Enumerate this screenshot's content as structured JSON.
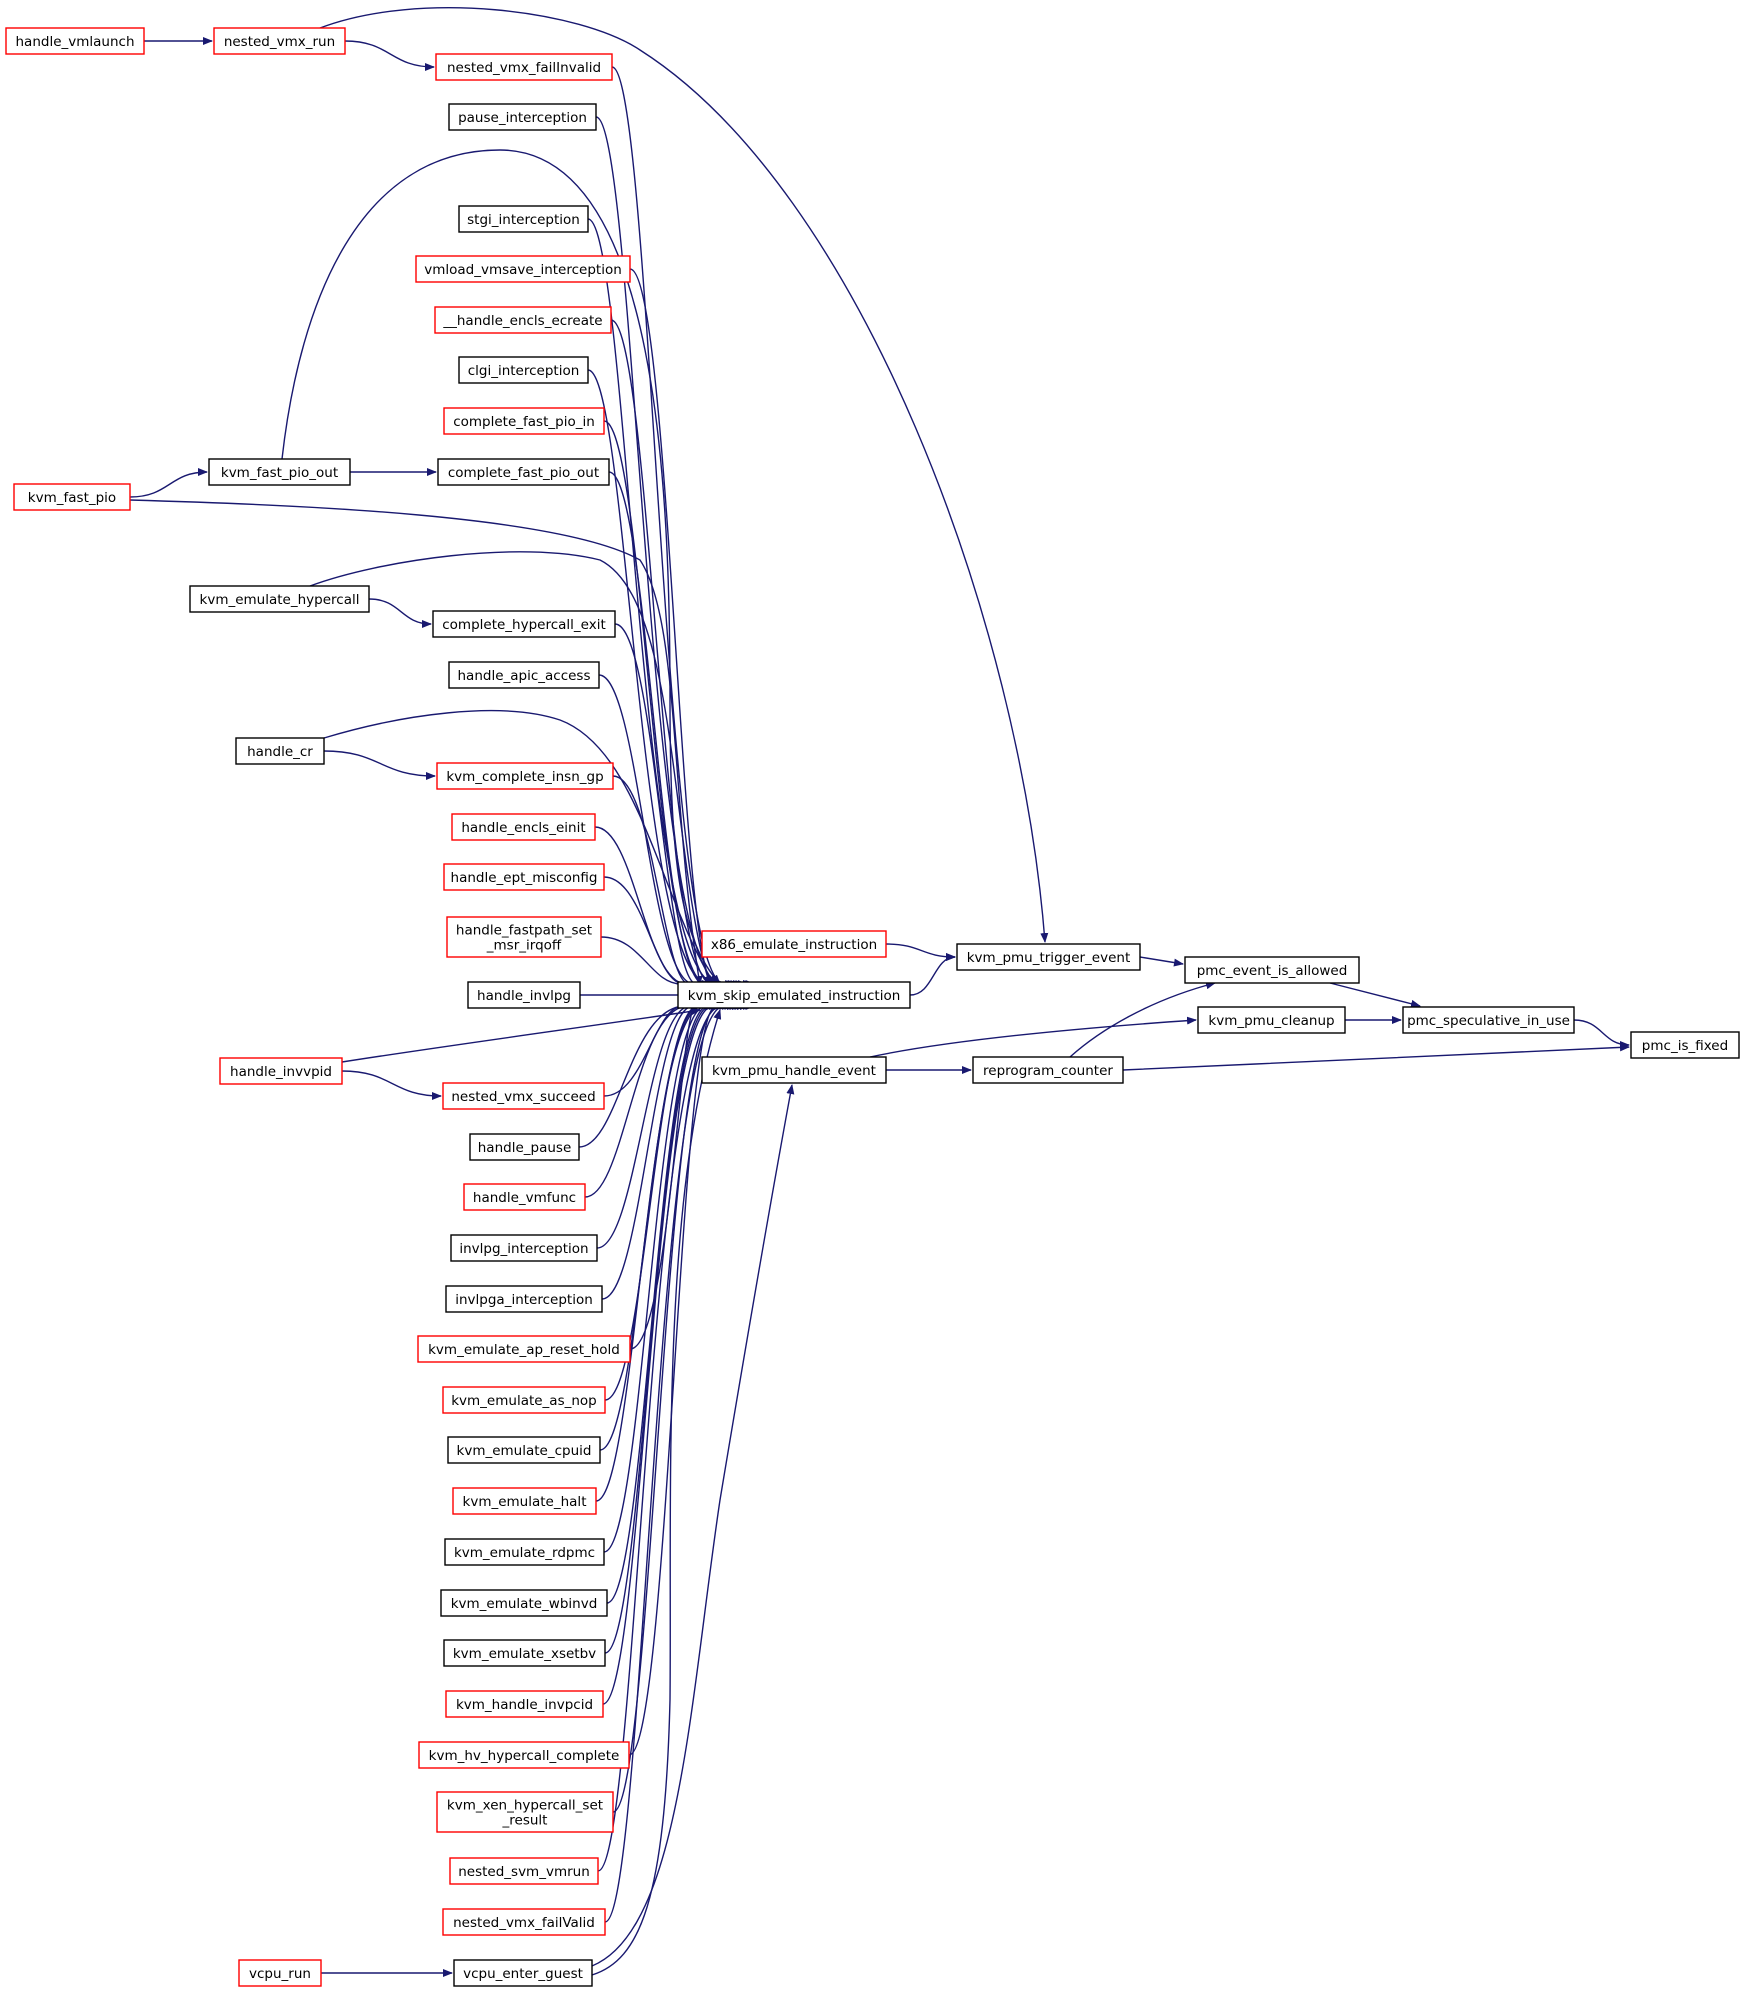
{
  "colors": {
    "edge": "#191970",
    "border_documented": "#000000",
    "border_truncated": "#ff0000",
    "focus_fill": "#bfbfbf"
  },
  "graph": {
    "nodes": [
      {
        "id": "pmc_is_fixed",
        "lines": [
          "pmc_is_fixed"
        ],
        "border": "black",
        "focus": true
      },
      {
        "id": "pmc_speculative_in_use",
        "lines": [
          "pmc_speculative_in_use"
        ],
        "border": "black"
      },
      {
        "id": "pmc_event_is_allowed",
        "lines": [
          "pmc_event_is_allowed"
        ],
        "border": "black"
      },
      {
        "id": "kvm_pmu_cleanup",
        "lines": [
          "kvm_pmu_cleanup"
        ],
        "border": "black"
      },
      {
        "id": "kvm_pmu_trigger_event",
        "lines": [
          "kvm_pmu_trigger_event"
        ],
        "border": "black"
      },
      {
        "id": "reprogram_counter",
        "lines": [
          "reprogram_counter"
        ],
        "border": "black"
      },
      {
        "id": "kvm_pmu_handle_event",
        "lines": [
          "kvm_pmu_handle_event"
        ],
        "border": "black"
      },
      {
        "id": "x86_emulate_instruction",
        "lines": [
          "x86_emulate_instruction"
        ],
        "border": "red"
      },
      {
        "id": "kvm_skip_emulated_instruction",
        "lines": [
          "kvm_skip_emulated_instruction"
        ],
        "border": "black"
      },
      {
        "id": "vcpu_enter_guest",
        "lines": [
          "vcpu_enter_guest"
        ],
        "border": "black"
      },
      {
        "id": "vcpu_run",
        "lines": [
          "vcpu_run"
        ],
        "border": "red"
      },
      {
        "id": "handle_vmlaunch",
        "lines": [
          "handle_vmlaunch"
        ],
        "border": "red"
      },
      {
        "id": "nested_vmx_run",
        "lines": [
          "nested_vmx_run"
        ],
        "border": "red"
      },
      {
        "id": "nested_vmx_failInvalid",
        "lines": [
          "nested_vmx_failInvalid"
        ],
        "border": "red"
      },
      {
        "id": "pause_interception",
        "lines": [
          "pause_interception"
        ],
        "border": "black"
      },
      {
        "id": "stgi_interception",
        "lines": [
          "stgi_interception"
        ],
        "border": "black"
      },
      {
        "id": "vmload_vmsave_interception",
        "lines": [
          "vmload_vmsave_interception"
        ],
        "border": "red"
      },
      {
        "id": "__handle_encls_ecreate",
        "lines": [
          "__handle_encls_ecreate"
        ],
        "border": "red"
      },
      {
        "id": "clgi_interception",
        "lines": [
          "clgi_interception"
        ],
        "border": "black"
      },
      {
        "id": "complete_fast_pio_in",
        "lines": [
          "complete_fast_pio_in"
        ],
        "border": "red"
      },
      {
        "id": "kvm_fast_pio_out",
        "lines": [
          "kvm_fast_pio_out"
        ],
        "border": "black"
      },
      {
        "id": "complete_fast_pio_out",
        "lines": [
          "complete_fast_pio_out"
        ],
        "border": "black"
      },
      {
        "id": "kvm_fast_pio",
        "lines": [
          "kvm_fast_pio"
        ],
        "border": "red"
      },
      {
        "id": "kvm_emulate_hypercall",
        "lines": [
          "kvm_emulate_hypercall"
        ],
        "border": "black"
      },
      {
        "id": "complete_hypercall_exit",
        "lines": [
          "complete_hypercall_exit"
        ],
        "border": "black"
      },
      {
        "id": "handle_apic_access",
        "lines": [
          "handle_apic_access"
        ],
        "border": "black"
      },
      {
        "id": "handle_cr",
        "lines": [
          "handle_cr"
        ],
        "border": "black"
      },
      {
        "id": "kvm_complete_insn_gp",
        "lines": [
          "kvm_complete_insn_gp"
        ],
        "border": "red"
      },
      {
        "id": "handle_encls_einit",
        "lines": [
          "handle_encls_einit"
        ],
        "border": "red"
      },
      {
        "id": "handle_ept_misconfig",
        "lines": [
          "handle_ept_misconfig"
        ],
        "border": "red"
      },
      {
        "id": "handle_fastpath_set_msr_irqoff",
        "lines": [
          "handle_fastpath_set",
          "_msr_irqoff"
        ],
        "border": "red"
      },
      {
        "id": "handle_invlpg",
        "lines": [
          "handle_invlpg"
        ],
        "border": "black"
      },
      {
        "id": "handle_invvpid",
        "lines": [
          "handle_invvpid"
        ],
        "border": "red"
      },
      {
        "id": "nested_vmx_succeed",
        "lines": [
          "nested_vmx_succeed"
        ],
        "border": "red"
      },
      {
        "id": "handle_pause",
        "lines": [
          "handle_pause"
        ],
        "border": "black"
      },
      {
        "id": "handle_vmfunc",
        "lines": [
          "handle_vmfunc"
        ],
        "border": "red"
      },
      {
        "id": "invlpg_interception",
        "lines": [
          "invlpg_interception"
        ],
        "border": "black"
      },
      {
        "id": "invlpga_interception",
        "lines": [
          "invlpga_interception"
        ],
        "border": "black"
      },
      {
        "id": "kvm_emulate_ap_reset_hold",
        "lines": [
          "kvm_emulate_ap_reset_hold"
        ],
        "border": "red"
      },
      {
        "id": "kvm_emulate_as_nop",
        "lines": [
          "kvm_emulate_as_nop"
        ],
        "border": "red"
      },
      {
        "id": "kvm_emulate_cpuid",
        "lines": [
          "kvm_emulate_cpuid"
        ],
        "border": "black"
      },
      {
        "id": "kvm_emulate_halt",
        "lines": [
          "kvm_emulate_halt"
        ],
        "border": "red"
      },
      {
        "id": "kvm_emulate_rdpmc",
        "lines": [
          "kvm_emulate_rdpmc"
        ],
        "border": "black"
      },
      {
        "id": "kvm_emulate_wbinvd",
        "lines": [
          "kvm_emulate_wbinvd"
        ],
        "border": "black"
      },
      {
        "id": "kvm_emulate_xsetbv",
        "lines": [
          "kvm_emulate_xsetbv"
        ],
        "border": "black"
      },
      {
        "id": "kvm_handle_invpcid",
        "lines": [
          "kvm_handle_invpcid"
        ],
        "border": "red"
      },
      {
        "id": "kvm_hv_hypercall_complete",
        "lines": [
          "kvm_hv_hypercall_complete"
        ],
        "border": "red"
      },
      {
        "id": "kvm_xen_hypercall_set_result",
        "lines": [
          "kvm_xen_hypercall_set",
          "_result"
        ],
        "border": "red"
      },
      {
        "id": "nested_svm_vmrun",
        "lines": [
          "nested_svm_vmrun"
        ],
        "border": "red"
      },
      {
        "id": "nested_vmx_failValid",
        "lines": [
          "nested_vmx_failValid"
        ],
        "border": "red"
      }
    ],
    "edges": [
      {
        "from": "pmc_speculative_in_use",
        "to": "pmc_is_fixed"
      },
      {
        "from": "reprogram_counter",
        "to": "pmc_is_fixed"
      },
      {
        "from": "pmc_event_is_allowed",
        "to": "pmc_speculative_in_use"
      },
      {
        "from": "kvm_pmu_cleanup",
        "to": "pmc_speculative_in_use"
      },
      {
        "from": "kvm_pmu_trigger_event",
        "to": "pmc_event_is_allowed"
      },
      {
        "from": "reprogram_counter",
        "to": "pmc_event_is_allowed"
      },
      {
        "from": "kvm_pmu_handle_event",
        "to": "kvm_pmu_cleanup"
      },
      {
        "from": "kvm_pmu_handle_event",
        "to": "reprogram_counter"
      },
      {
        "from": "x86_emulate_instruction",
        "to": "kvm_pmu_trigger_event"
      },
      {
        "from": "kvm_skip_emulated_instruction",
        "to": "kvm_pmu_trigger_event"
      },
      {
        "from": "nested_vmx_run",
        "to": "kvm_pmu_trigger_event"
      },
      {
        "from": "vcpu_enter_guest",
        "to": "kvm_pmu_handle_event"
      },
      {
        "from": "vcpu_run",
        "to": "vcpu_enter_guest"
      },
      {
        "from": "handle_vmlaunch",
        "to": "nested_vmx_run"
      },
      {
        "from": "nested_vmx_run",
        "to": "nested_vmx_failInvalid"
      },
      {
        "from": "kvm_fast_pio",
        "to": "kvm_fast_pio_out"
      },
      {
        "from": "kvm_fast_pio_out",
        "to": "complete_fast_pio_out"
      },
      {
        "from": "kvm_emulate_hypercall",
        "to": "complete_hypercall_exit"
      },
      {
        "from": "handle_cr",
        "to": "kvm_complete_insn_gp"
      },
      {
        "from": "handle_invvpid",
        "to": "nested_vmx_succeed"
      },
      {
        "from": "nested_vmx_failInvalid",
        "to": "kvm_skip_emulated_instruction"
      },
      {
        "from": "pause_interception",
        "to": "kvm_skip_emulated_instruction"
      },
      {
        "from": "kvm_fast_pio_out",
        "to": "kvm_skip_emulated_instruction"
      },
      {
        "from": "stgi_interception",
        "to": "kvm_skip_emulated_instruction"
      },
      {
        "from": "vmload_vmsave_interception",
        "to": "kvm_skip_emulated_instruction"
      },
      {
        "from": "__handle_encls_ecreate",
        "to": "kvm_skip_emulated_instruction"
      },
      {
        "from": "clgi_interception",
        "to": "kvm_skip_emulated_instruction"
      },
      {
        "from": "complete_fast_pio_in",
        "to": "kvm_skip_emulated_instruction"
      },
      {
        "from": "complete_fast_pio_out",
        "to": "kvm_skip_emulated_instruction"
      },
      {
        "from": "kvm_fast_pio",
        "to": "kvm_skip_emulated_instruction"
      },
      {
        "from": "kvm_emulate_hypercall",
        "to": "kvm_skip_emulated_instruction"
      },
      {
        "from": "complete_hypercall_exit",
        "to": "kvm_skip_emulated_instruction"
      },
      {
        "from": "handle_apic_access",
        "to": "kvm_skip_emulated_instruction"
      },
      {
        "from": "handle_cr",
        "to": "kvm_skip_emulated_instruction"
      },
      {
        "from": "kvm_complete_insn_gp",
        "to": "kvm_skip_emulated_instruction"
      },
      {
        "from": "handle_encls_einit",
        "to": "kvm_skip_emulated_instruction"
      },
      {
        "from": "handle_ept_misconfig",
        "to": "kvm_skip_emulated_instruction"
      },
      {
        "from": "handle_fastpath_set_msr_irqoff",
        "to": "kvm_skip_emulated_instruction"
      },
      {
        "from": "handle_invlpg",
        "to": "kvm_skip_emulated_instruction"
      },
      {
        "from": "handle_invvpid",
        "to": "kvm_skip_emulated_instruction"
      },
      {
        "from": "nested_vmx_succeed",
        "to": "kvm_skip_emulated_instruction"
      },
      {
        "from": "handle_pause",
        "to": "kvm_skip_emulated_instruction"
      },
      {
        "from": "handle_vmfunc",
        "to": "kvm_skip_emulated_instruction"
      },
      {
        "from": "invlpg_interception",
        "to": "kvm_skip_emulated_instruction"
      },
      {
        "from": "invlpga_interception",
        "to": "kvm_skip_emulated_instruction"
      },
      {
        "from": "kvm_emulate_ap_reset_hold",
        "to": "kvm_skip_emulated_instruction"
      },
      {
        "from": "kvm_emulate_as_nop",
        "to": "kvm_skip_emulated_instruction"
      },
      {
        "from": "kvm_emulate_cpuid",
        "to": "kvm_skip_emulated_instruction"
      },
      {
        "from": "kvm_emulate_halt",
        "to": "kvm_skip_emulated_instruction"
      },
      {
        "from": "kvm_emulate_rdpmc",
        "to": "kvm_skip_emulated_instruction"
      },
      {
        "from": "kvm_emulate_wbinvd",
        "to": "kvm_skip_emulated_instruction"
      },
      {
        "from": "kvm_emulate_xsetbv",
        "to": "kvm_skip_emulated_instruction"
      },
      {
        "from": "kvm_handle_invpcid",
        "to": "kvm_skip_emulated_instruction"
      },
      {
        "from": "kvm_hv_hypercall_complete",
        "to": "kvm_skip_emulated_instruction"
      },
      {
        "from": "kvm_xen_hypercall_set_result",
        "to": "kvm_skip_emulated_instruction"
      },
      {
        "from": "nested_svm_vmrun",
        "to": "kvm_skip_emulated_instruction"
      },
      {
        "from": "nested_vmx_failValid",
        "to": "kvm_skip_emulated_instruction"
      },
      {
        "from": "vcpu_enter_guest",
        "to": "kvm_skip_emulated_instruction"
      }
    ]
  }
}
